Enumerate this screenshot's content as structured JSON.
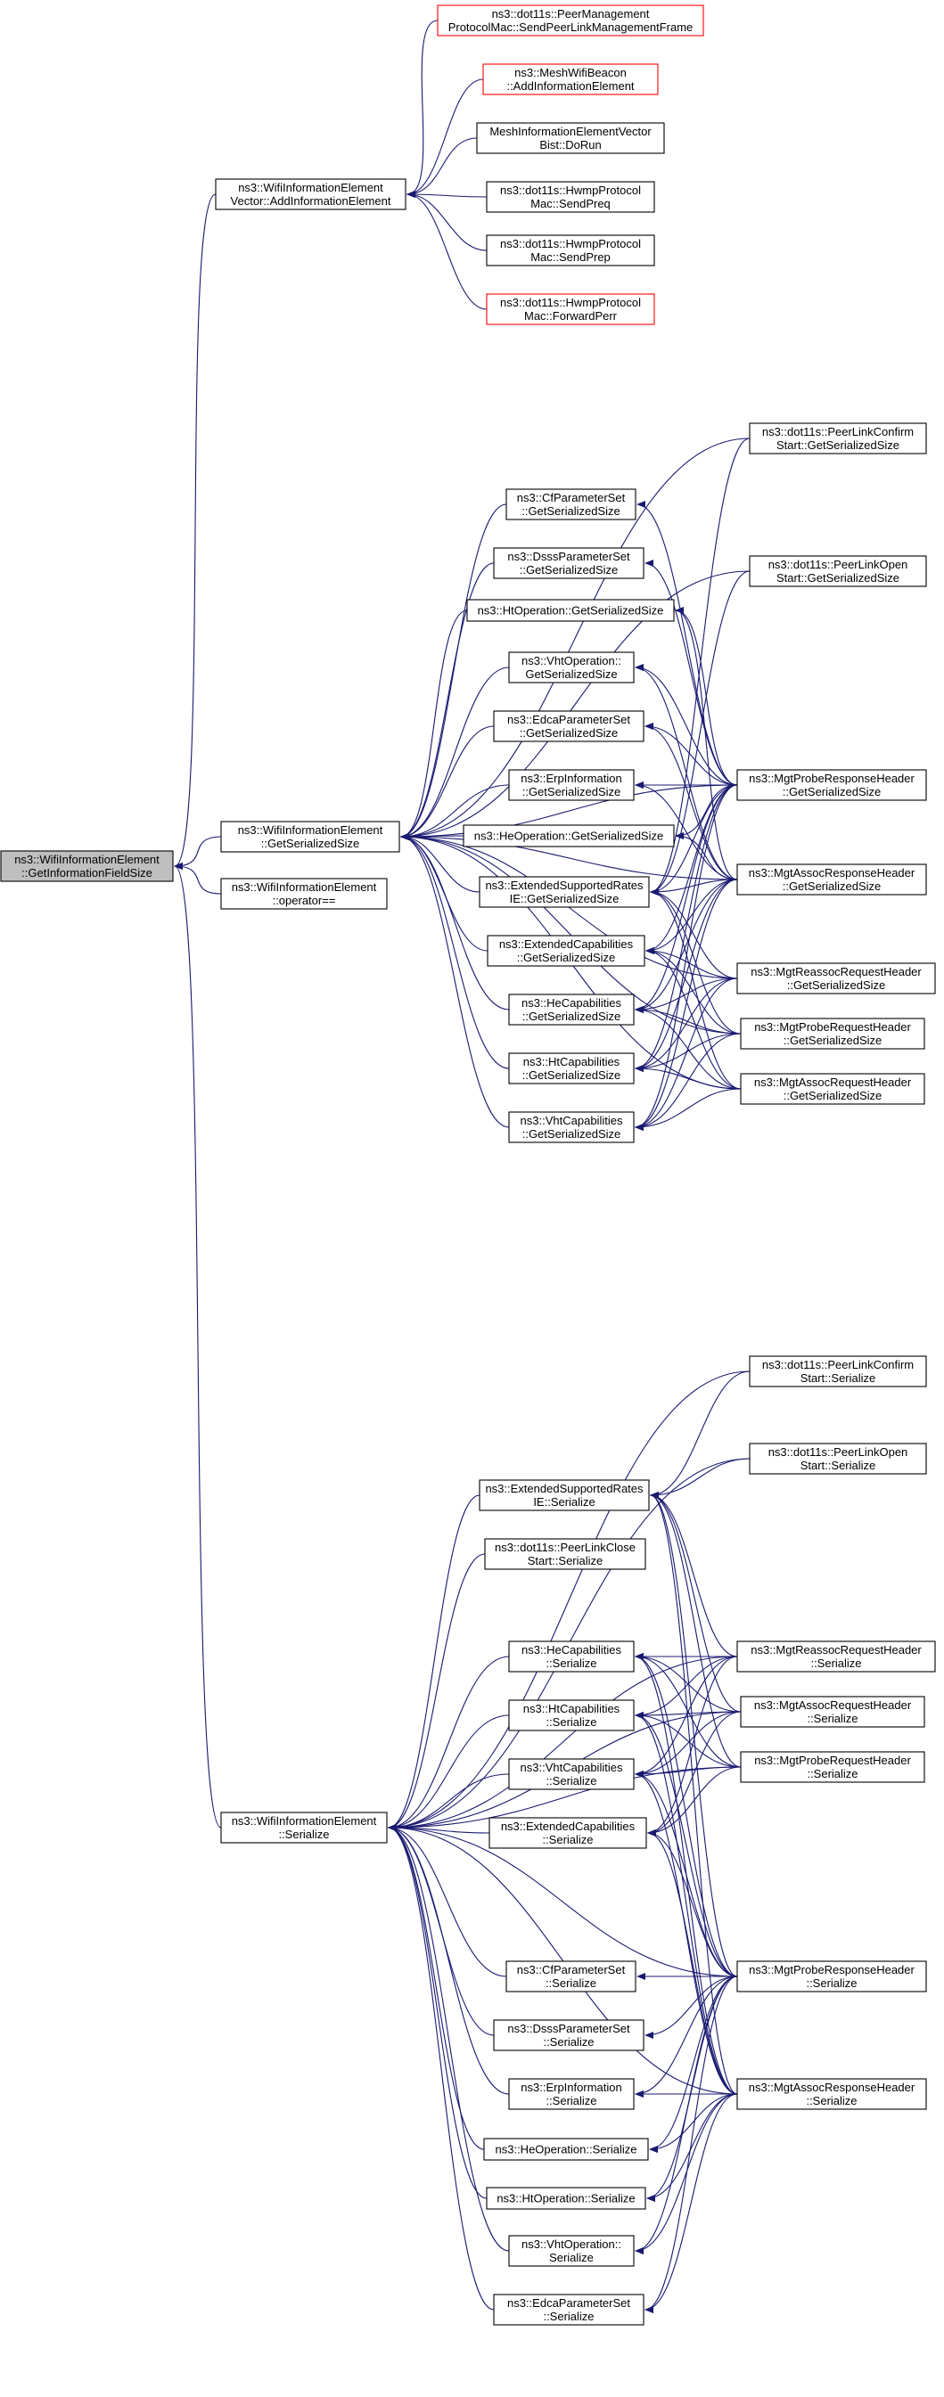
{
  "diagram": {
    "kind": "caller-graph",
    "colors": {
      "edge": "#191970",
      "arrow": "#191970",
      "node_border": "#000000",
      "node_border_truncated": "#ff0000",
      "root_fill": "#bfbfbf",
      "node_fill": "#ffffff",
      "text": "#000000"
    },
    "nodes": [
      {
        "id": "root",
        "lines": [
          "ns3::WifiInformationElement",
          "::GetInformationFieldSize"
        ],
        "style": "root"
      },
      {
        "id": "vec_add",
        "lines": [
          "ns3::WifiInformationElement",
          "Vector::AddInformationElement"
        ]
      },
      {
        "id": "peer_mgmt",
        "lines": [
          "ns3::dot11s::PeerManagement",
          "ProtocolMac::SendPeerLinkManagementFrame"
        ],
        "style": "truncated"
      },
      {
        "id": "mesh_beacon",
        "lines": [
          "ns3::MeshWifiBeacon",
          "::AddInformationElement"
        ],
        "style": "truncated"
      },
      {
        "id": "mesh_ie_bist",
        "lines": [
          "MeshInformationElementVector",
          "Bist::DoRun"
        ]
      },
      {
        "id": "hwmp_preq",
        "lines": [
          "ns3::dot11s::HwmpProtocol",
          "Mac::SendPreq"
        ]
      },
      {
        "id": "hwmp_prep",
        "lines": [
          "ns3::dot11s::HwmpProtocol",
          "Mac::SendPrep"
        ]
      },
      {
        "id": "hwmp_perr",
        "lines": [
          "ns3::dot11s::HwmpProtocol",
          "Mac::ForwardPerr"
        ],
        "style": "truncated"
      },
      {
        "id": "gss",
        "lines": [
          "ns3::WifiInformationElement",
          "::GetSerializedSize"
        ]
      },
      {
        "id": "op_eq",
        "lines": [
          "ns3::WifiInformationElement",
          "::operator=="
        ]
      },
      {
        "id": "ser",
        "lines": [
          "ns3::WifiInformationElement",
          "::Serialize"
        ]
      },
      {
        "id": "g_plc",
        "lines": [
          "ns3::dot11s::PeerLinkConfirm",
          "Start::GetSerializedSize"
        ]
      },
      {
        "id": "g_plo",
        "lines": [
          "ns3::dot11s::PeerLinkOpen",
          "Start::GetSerializedSize"
        ]
      },
      {
        "id": "g_cf",
        "lines": [
          "ns3::CfParameterSet",
          "::GetSerializedSize"
        ]
      },
      {
        "id": "g_dsss",
        "lines": [
          "ns3::DsssParameterSet",
          "::GetSerializedSize"
        ]
      },
      {
        "id": "g_htop",
        "lines": [
          "ns3::HtOperation::GetSerializedSize"
        ]
      },
      {
        "id": "g_vhtop",
        "lines": [
          "ns3::VhtOperation::",
          "GetSerializedSize"
        ]
      },
      {
        "id": "g_edca",
        "lines": [
          "ns3::EdcaParameterSet",
          "::GetSerializedSize"
        ]
      },
      {
        "id": "g_erp",
        "lines": [
          "ns3::ErpInformation",
          "::GetSerializedSize"
        ]
      },
      {
        "id": "g_heop",
        "lines": [
          "ns3::HeOperation::GetSerializedSize"
        ]
      },
      {
        "id": "g_esr",
        "lines": [
          "ns3::ExtendedSupportedRates",
          "IE::GetSerializedSize"
        ]
      },
      {
        "id": "g_ecap",
        "lines": [
          "ns3::ExtendedCapabilities",
          "::GetSerializedSize"
        ]
      },
      {
        "id": "g_hecap",
        "lines": [
          "ns3::HeCapabilities",
          "::GetSerializedSize"
        ]
      },
      {
        "id": "g_htcap",
        "lines": [
          "ns3::HtCapabilities",
          "::GetSerializedSize"
        ]
      },
      {
        "id": "g_vhtcap",
        "lines": [
          "ns3::VhtCapabilities",
          "::GetSerializedSize"
        ]
      },
      {
        "id": "g_probe_resp",
        "lines": [
          "ns3::MgtProbeResponseHeader",
          "::GetSerializedSize"
        ]
      },
      {
        "id": "g_assoc_resp",
        "lines": [
          "ns3::MgtAssocResponseHeader",
          "::GetSerializedSize"
        ]
      },
      {
        "id": "g_reassoc_req",
        "lines": [
          "ns3::MgtReassocRequestHeader",
          "::GetSerializedSize"
        ]
      },
      {
        "id": "g_probe_req",
        "lines": [
          "ns3::MgtProbeRequestHeader",
          "::GetSerializedSize"
        ]
      },
      {
        "id": "g_assoc_req",
        "lines": [
          "ns3::MgtAssocRequestHeader",
          "::GetSerializedSize"
        ]
      },
      {
        "id": "s_plc",
        "lines": [
          "ns3::dot11s::PeerLinkConfirm",
          "Start::Serialize"
        ]
      },
      {
        "id": "s_plo",
        "lines": [
          "ns3::dot11s::PeerLinkOpen",
          "Start::Serialize"
        ]
      },
      {
        "id": "s_esr",
        "lines": [
          "ns3::ExtendedSupportedRates",
          "IE::Serialize"
        ]
      },
      {
        "id": "s_plclose",
        "lines": [
          "ns3::dot11s::PeerLinkClose",
          "Start::Serialize"
        ]
      },
      {
        "id": "s_hecap",
        "lines": [
          "ns3::HeCapabilities",
          "::Serialize"
        ]
      },
      {
        "id": "s_htcap",
        "lines": [
          "ns3::HtCapabilities",
          "::Serialize"
        ]
      },
      {
        "id": "s_vhtcap",
        "lines": [
          "ns3::VhtCapabilities",
          "::Serialize"
        ]
      },
      {
        "id": "s_ecap",
        "lines": [
          "ns3::ExtendedCapabilities",
          "::Serialize"
        ]
      },
      {
        "id": "s_cf",
        "lines": [
          "ns3::CfParameterSet",
          "::Serialize"
        ]
      },
      {
        "id": "s_dsss",
        "lines": [
          "ns3::DsssParameterSet",
          "::Serialize"
        ]
      },
      {
        "id": "s_erp",
        "lines": [
          "ns3::ErpInformation",
          "::Serialize"
        ]
      },
      {
        "id": "s_heop",
        "lines": [
          "ns3::HeOperation::Serialize"
        ]
      },
      {
        "id": "s_htop",
        "lines": [
          "ns3::HtOperation::Serialize"
        ]
      },
      {
        "id": "s_vhtop",
        "lines": [
          "ns3::VhtOperation::",
          "Serialize"
        ]
      },
      {
        "id": "s_edca",
        "lines": [
          "ns3::EdcaParameterSet",
          "::Serialize"
        ]
      },
      {
        "id": "s_reassoc_req",
        "lines": [
          "ns3::MgtReassocRequestHeader",
          "::Serialize"
        ]
      },
      {
        "id": "s_assoc_req",
        "lines": [
          "ns3::MgtAssocRequestHeader",
          "::Serialize"
        ]
      },
      {
        "id": "s_probe_req",
        "lines": [
          "ns3::MgtProbeRequestHeader",
          "::Serialize"
        ]
      },
      {
        "id": "s_probe_resp",
        "lines": [
          "ns3::MgtProbeResponseHeader",
          "::Serialize"
        ]
      },
      {
        "id": "s_assoc_resp",
        "lines": [
          "ns3::MgtAssocResponseHeader",
          "::Serialize"
        ]
      }
    ],
    "edges": [
      [
        "vec_add",
        "root"
      ],
      [
        "gss",
        "root"
      ],
      [
        "op_eq",
        "root"
      ],
      [
        "ser",
        "root"
      ],
      [
        "peer_mgmt",
        "vec_add"
      ],
      [
        "mesh_beacon",
        "vec_add"
      ],
      [
        "mesh_ie_bist",
        "vec_add"
      ],
      [
        "hwmp_preq",
        "vec_add"
      ],
      [
        "hwmp_prep",
        "vec_add"
      ],
      [
        "hwmp_perr",
        "vec_add"
      ],
      [
        "g_plc",
        "gss"
      ],
      [
        "g_plo",
        "gss"
      ],
      [
        "g_cf",
        "gss"
      ],
      [
        "g_dsss",
        "gss"
      ],
      [
        "g_htop",
        "gss"
      ],
      [
        "g_vhtop",
        "gss"
      ],
      [
        "g_edca",
        "gss"
      ],
      [
        "g_erp",
        "gss"
      ],
      [
        "g_heop",
        "gss"
      ],
      [
        "g_esr",
        "gss"
      ],
      [
        "g_ecap",
        "gss"
      ],
      [
        "g_hecap",
        "gss"
      ],
      [
        "g_htcap",
        "gss"
      ],
      [
        "g_vhtcap",
        "gss"
      ],
      [
        "g_probe_resp",
        "gss"
      ],
      [
        "g_assoc_resp",
        "gss"
      ],
      [
        "g_reassoc_req",
        "gss"
      ],
      [
        "g_probe_req",
        "gss"
      ],
      [
        "g_assoc_req",
        "gss"
      ],
      [
        "g_plc",
        "g_esr"
      ],
      [
        "g_plo",
        "g_esr"
      ],
      [
        "g_probe_resp",
        "g_cf"
      ],
      [
        "g_probe_resp",
        "g_dsss"
      ],
      [
        "g_probe_resp",
        "g_htop"
      ],
      [
        "g_probe_resp",
        "g_vhtop"
      ],
      [
        "g_probe_resp",
        "g_edca"
      ],
      [
        "g_probe_resp",
        "g_erp"
      ],
      [
        "g_probe_resp",
        "g_heop"
      ],
      [
        "g_probe_resp",
        "g_esr"
      ],
      [
        "g_probe_resp",
        "g_ecap"
      ],
      [
        "g_probe_resp",
        "g_hecap"
      ],
      [
        "g_probe_resp",
        "g_htcap"
      ],
      [
        "g_probe_resp",
        "g_vhtcap"
      ],
      [
        "g_assoc_resp",
        "g_htop"
      ],
      [
        "g_assoc_resp",
        "g_vhtop"
      ],
      [
        "g_assoc_resp",
        "g_edca"
      ],
      [
        "g_assoc_resp",
        "g_erp"
      ],
      [
        "g_assoc_resp",
        "g_heop"
      ],
      [
        "g_assoc_resp",
        "g_esr"
      ],
      [
        "g_assoc_resp",
        "g_ecap"
      ],
      [
        "g_assoc_resp",
        "g_hecap"
      ],
      [
        "g_assoc_resp",
        "g_htcap"
      ],
      [
        "g_assoc_resp",
        "g_vhtcap"
      ],
      [
        "g_reassoc_req",
        "g_esr"
      ],
      [
        "g_reassoc_req",
        "g_ecap"
      ],
      [
        "g_reassoc_req",
        "g_hecap"
      ],
      [
        "g_reassoc_req",
        "g_htcap"
      ],
      [
        "g_reassoc_req",
        "g_vhtcap"
      ],
      [
        "g_probe_req",
        "g_esr"
      ],
      [
        "g_probe_req",
        "g_ecap"
      ],
      [
        "g_probe_req",
        "g_hecap"
      ],
      [
        "g_probe_req",
        "g_htcap"
      ],
      [
        "g_probe_req",
        "g_vhtcap"
      ],
      [
        "g_assoc_req",
        "g_esr"
      ],
      [
        "g_assoc_req",
        "g_ecap"
      ],
      [
        "g_assoc_req",
        "g_hecap"
      ],
      [
        "g_assoc_req",
        "g_htcap"
      ],
      [
        "g_assoc_req",
        "g_vhtcap"
      ],
      [
        "s_plc",
        "ser"
      ],
      [
        "s_plo",
        "ser"
      ],
      [
        "s_esr",
        "ser"
      ],
      [
        "s_plclose",
        "ser"
      ],
      [
        "s_hecap",
        "ser"
      ],
      [
        "s_htcap",
        "ser"
      ],
      [
        "s_vhtcap",
        "ser"
      ],
      [
        "s_ecap",
        "ser"
      ],
      [
        "s_cf",
        "ser"
      ],
      [
        "s_dsss",
        "ser"
      ],
      [
        "s_erp",
        "ser"
      ],
      [
        "s_heop",
        "ser"
      ],
      [
        "s_htop",
        "ser"
      ],
      [
        "s_vhtop",
        "ser"
      ],
      [
        "s_edca",
        "ser"
      ],
      [
        "s_reassoc_req",
        "ser"
      ],
      [
        "s_assoc_req",
        "ser"
      ],
      [
        "s_probe_req",
        "ser"
      ],
      [
        "s_probe_resp",
        "ser"
      ],
      [
        "s_assoc_resp",
        "ser"
      ],
      [
        "s_plc",
        "s_esr"
      ],
      [
        "s_plo",
        "s_esr"
      ],
      [
        "s_reassoc_req",
        "s_esr"
      ],
      [
        "s_reassoc_req",
        "s_hecap"
      ],
      [
        "s_reassoc_req",
        "s_htcap"
      ],
      [
        "s_reassoc_req",
        "s_vhtcap"
      ],
      [
        "s_reassoc_req",
        "s_ecap"
      ],
      [
        "s_assoc_req",
        "s_esr"
      ],
      [
        "s_assoc_req",
        "s_hecap"
      ],
      [
        "s_assoc_req",
        "s_htcap"
      ],
      [
        "s_assoc_req",
        "s_vhtcap"
      ],
      [
        "s_assoc_req",
        "s_ecap"
      ],
      [
        "s_probe_req",
        "s_esr"
      ],
      [
        "s_probe_req",
        "s_hecap"
      ],
      [
        "s_probe_req",
        "s_htcap"
      ],
      [
        "s_probe_req",
        "s_vhtcap"
      ],
      [
        "s_probe_req",
        "s_ecap"
      ],
      [
        "s_probe_resp",
        "s_esr"
      ],
      [
        "s_probe_resp",
        "s_hecap"
      ],
      [
        "s_probe_resp",
        "s_htcap"
      ],
      [
        "s_probe_resp",
        "s_vhtcap"
      ],
      [
        "s_probe_resp",
        "s_ecap"
      ],
      [
        "s_probe_resp",
        "s_cf"
      ],
      [
        "s_probe_resp",
        "s_dsss"
      ],
      [
        "s_probe_resp",
        "s_erp"
      ],
      [
        "s_probe_resp",
        "s_heop"
      ],
      [
        "s_probe_resp",
        "s_htop"
      ],
      [
        "s_probe_resp",
        "s_vhtop"
      ],
      [
        "s_probe_resp",
        "s_edca"
      ],
      [
        "s_assoc_resp",
        "s_esr"
      ],
      [
        "s_assoc_resp",
        "s_hecap"
      ],
      [
        "s_assoc_resp",
        "s_htcap"
      ],
      [
        "s_assoc_resp",
        "s_vhtcap"
      ],
      [
        "s_assoc_resp",
        "s_ecap"
      ],
      [
        "s_assoc_resp",
        "s_erp"
      ],
      [
        "s_assoc_resp",
        "s_heop"
      ],
      [
        "s_assoc_resp",
        "s_htop"
      ],
      [
        "s_assoc_resp",
        "s_vhtop"
      ],
      [
        "s_assoc_resp",
        "s_edca"
      ]
    ]
  }
}
